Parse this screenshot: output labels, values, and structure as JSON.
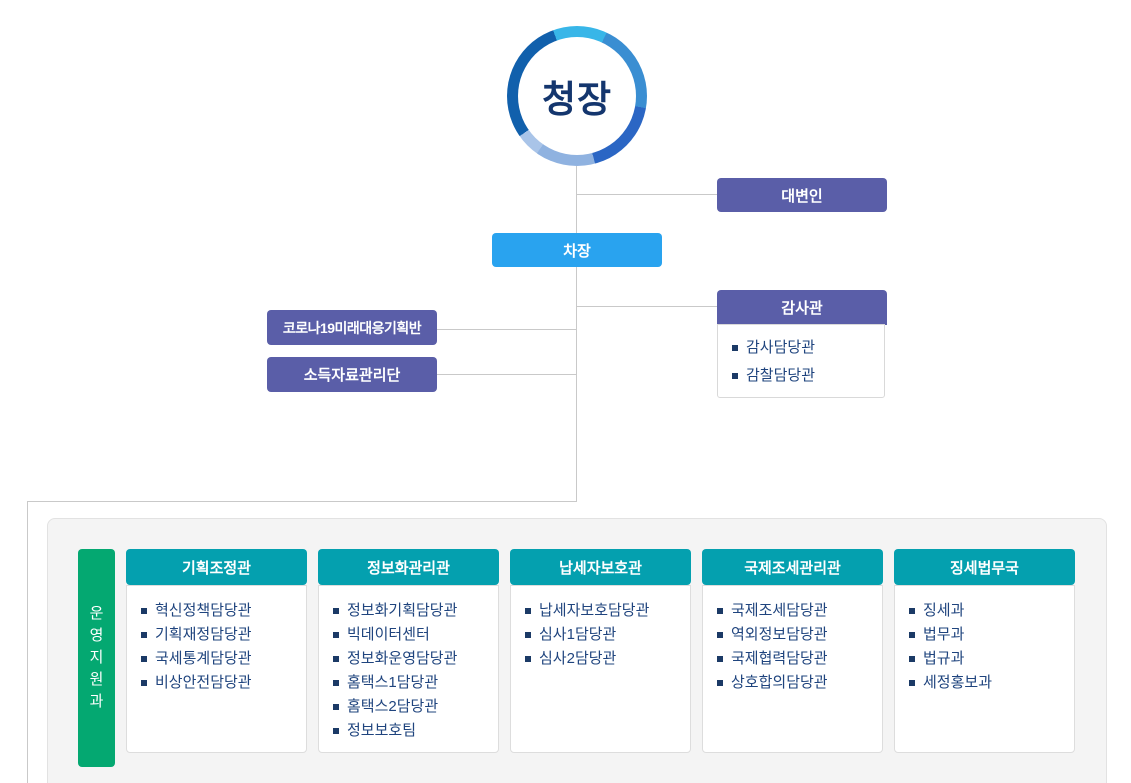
{
  "org": {
    "commissioner": "청장",
    "deputy": "차장",
    "spokesperson": "대변인",
    "audit": {
      "title": "감사관",
      "items": [
        "감사담당관",
        "감찰담당관"
      ]
    },
    "left_units": [
      "코로나19미래대응기획반",
      "소득자료관리단"
    ],
    "operations_support": "운영지원과",
    "departments": [
      {
        "title": "기획조정관",
        "items": [
          "혁신정책담당관",
          "기획재정담당관",
          "국세통계담당관",
          "비상안전담당관"
        ]
      },
      {
        "title": "정보화관리관",
        "items": [
          "정보화기획담당관",
          "빅데이터센터",
          "정보화운영담당관",
          "홈택스1담당관",
          "홈택스2담당관",
          "정보보호팀"
        ]
      },
      {
        "title": "납세자보호관",
        "items": [
          "납세자보호담당관",
          "심사1담당관",
          "심사2담당관"
        ]
      },
      {
        "title": "국제조세관리관",
        "items": [
          "국제조세담당관",
          "역외정보담당관",
          "국제협력담당관",
          "상호합의담당관"
        ]
      },
      {
        "title": "징세법무국",
        "items": [
          "징세과",
          "법무과",
          "법규과",
          "세정홍보과"
        ]
      }
    ]
  },
  "icons": {
    "bullet_square": "▪"
  },
  "colors": {
    "purple": "#5a5ea8",
    "blue": "#29a3ef",
    "teal": "#04a0af",
    "green": "#04a871",
    "navy_text": "#1f447e",
    "title_navy": "#14366e",
    "line": "#c9c9c9",
    "panel_bg": "#f4f4f4",
    "ring_segments": [
      "#1160ac",
      "#38b6e8",
      "#3a8ed2",
      "#2b66c4",
      "#8fb2e0",
      "#a9c4e8"
    ]
  }
}
